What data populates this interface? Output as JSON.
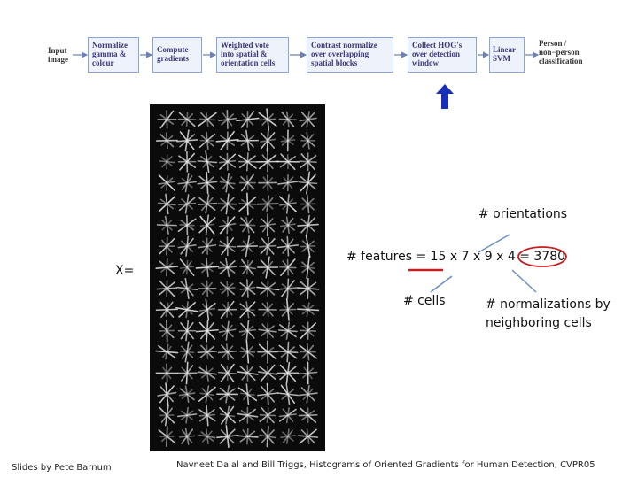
{
  "pipeline": {
    "input_label": "Input\nimage",
    "stages": [
      "Normalize\ngamma &\ncolour",
      "Compute\ngradients",
      "Weighted vote\ninto spatial &\norientation cells",
      "Contrast normalize\nover overlapping\nspatial blocks",
      "Collect HOG's\nover detection\nwindow",
      "Linear\nSVM"
    ],
    "output_label": "Person /\nnon−person\nclassification"
  },
  "annotations": {
    "x_label": "X=",
    "orientations": "# orientations",
    "features_formula": "# features = 15 x 7 x 9 x 4 = 3780",
    "cells": "# cells",
    "normalizations": "# normalizations by\nneighboring cells"
  },
  "footer": {
    "credit_left": "Slides by Pete Barnum",
    "citation": "Navneet Dalal and Bill Triggs, Histograms of Oriented Gradients for Human Detection, CVPR05"
  },
  "colors": {
    "arrow_blue": "#1a2fb8",
    "pointer_blue": "#6b8fc4",
    "underline_red": "#c81e1e",
    "hog_background": "#0b0b0b",
    "hog_strokes": "#e6e6e6"
  }
}
